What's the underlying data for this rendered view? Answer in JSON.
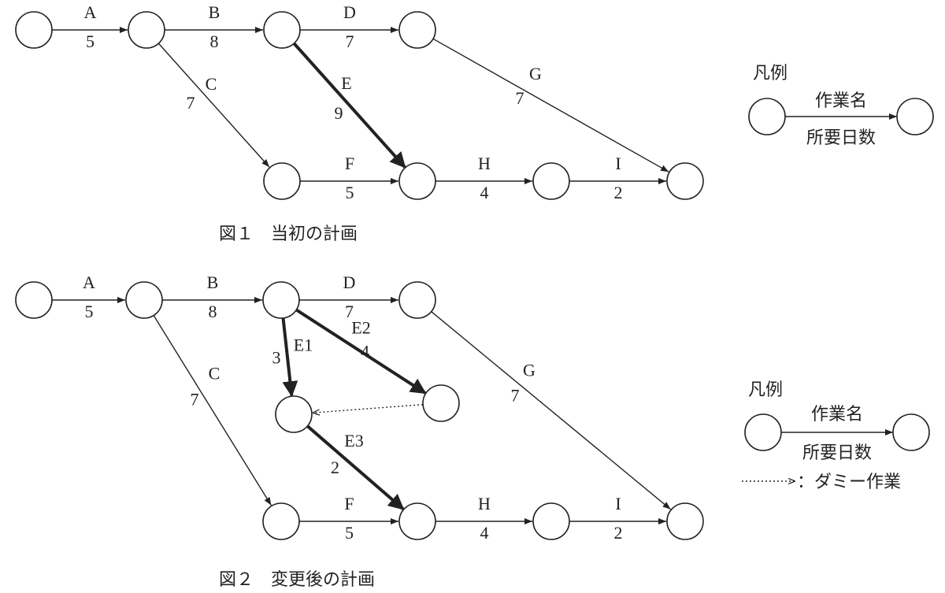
{
  "figure1": {
    "caption": "図１　当初の計画",
    "nodes": [
      {
        "id": "n1"
      },
      {
        "id": "n2"
      },
      {
        "id": "n3"
      },
      {
        "id": "n4"
      },
      {
        "id": "n5"
      },
      {
        "id": "n6"
      },
      {
        "id": "n7"
      },
      {
        "id": "n8"
      }
    ],
    "edges": [
      {
        "from": "n1",
        "to": "n2",
        "name": "A",
        "days": "5",
        "style": "normal"
      },
      {
        "from": "n2",
        "to": "n3",
        "name": "B",
        "days": "8",
        "style": "normal"
      },
      {
        "from": "n3",
        "to": "n4",
        "name": "D",
        "days": "7",
        "style": "normal"
      },
      {
        "from": "n2",
        "to": "n5",
        "name": "C",
        "days": "7",
        "style": "normal"
      },
      {
        "from": "n3",
        "to": "n6",
        "name": "E",
        "days": "9",
        "style": "bold"
      },
      {
        "from": "n4",
        "to": "n8",
        "name": "G",
        "days": "7",
        "style": "normal"
      },
      {
        "from": "n5",
        "to": "n6",
        "name": "F",
        "days": "5",
        "style": "normal"
      },
      {
        "from": "n6",
        "to": "n7",
        "name": "H",
        "days": "4",
        "style": "normal"
      },
      {
        "from": "n7",
        "to": "n8",
        "name": "I",
        "days": "2",
        "style": "normal"
      }
    ]
  },
  "figure2": {
    "caption": "図２　変更後の計画",
    "nodes": [
      {
        "id": "m1"
      },
      {
        "id": "m2"
      },
      {
        "id": "m3"
      },
      {
        "id": "m4"
      },
      {
        "id": "m5"
      },
      {
        "id": "m6"
      },
      {
        "id": "m7"
      },
      {
        "id": "m8"
      },
      {
        "id": "m9"
      },
      {
        "id": "m10"
      }
    ],
    "edges": [
      {
        "from": "m1",
        "to": "m2",
        "name": "A",
        "days": "5",
        "style": "normal"
      },
      {
        "from": "m2",
        "to": "m3",
        "name": "B",
        "days": "8",
        "style": "normal"
      },
      {
        "from": "m3",
        "to": "m4",
        "name": "D",
        "days": "7",
        "style": "normal"
      },
      {
        "from": "m3",
        "to": "m6",
        "name": "E1",
        "days": "3",
        "style": "bold"
      },
      {
        "from": "m3",
        "to": "m5",
        "name": "E2",
        "days": "4",
        "style": "bold"
      },
      {
        "from": "m5",
        "to": "m6",
        "name": "",
        "days": "",
        "style": "dummy"
      },
      {
        "from": "m6",
        "to": "m8",
        "name": "E3",
        "days": "2",
        "style": "bold"
      },
      {
        "from": "m2",
        "to": "m7",
        "name": "C",
        "days": "7",
        "style": "normal"
      },
      {
        "from": "m4",
        "to": "m10",
        "name": "G",
        "days": "7",
        "style": "normal"
      },
      {
        "from": "m7",
        "to": "m8",
        "name": "F",
        "days": "5",
        "style": "normal"
      },
      {
        "from": "m8",
        "to": "m9",
        "name": "H",
        "days": "4",
        "style": "normal"
      },
      {
        "from": "m9",
        "to": "m10",
        "name": "I",
        "days": "2",
        "style": "normal"
      }
    ]
  },
  "legend1": {
    "title": "凡例",
    "task_name": "作業名",
    "duration": "所要日数"
  },
  "legend2": {
    "title": "凡例",
    "task_name": "作業名",
    "duration": "所要日数",
    "dummy": "：ダミー作業"
  }
}
